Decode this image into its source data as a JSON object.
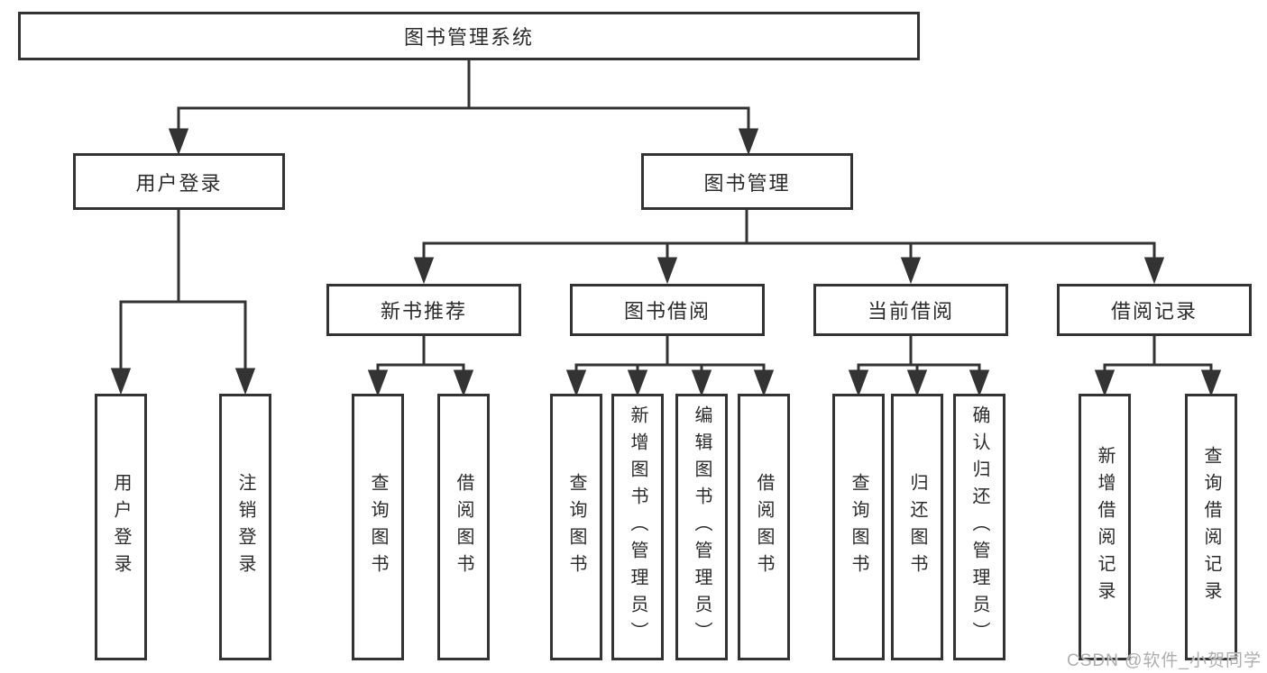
{
  "tree": {
    "root": {
      "label": "图书管理系统"
    },
    "branches": [
      {
        "label": "用户登录",
        "children": [
          {
            "label": "用户登录"
          },
          {
            "label": "注销登录"
          }
        ]
      },
      {
        "label": "图书管理",
        "children": [
          {
            "label": "新书推荐",
            "children": [
              {
                "label": "查询图书"
              },
              {
                "label": "借阅图书"
              }
            ]
          },
          {
            "label": "图书借阅",
            "children": [
              {
                "label": "查询图书"
              },
              {
                "label": "新增图书（管理员）"
              },
              {
                "label": "编辑图书（管理员）"
              },
              {
                "label": "借阅图书"
              }
            ]
          },
          {
            "label": "当前借阅",
            "children": [
              {
                "label": "查询图书"
              },
              {
                "label": "归还图书"
              },
              {
                "label": "确认归还（管理员）"
              }
            ]
          },
          {
            "label": "借阅记录",
            "children": [
              {
                "label": "新增借阅记录"
              },
              {
                "label": "查询借阅记录"
              }
            ]
          }
        ]
      }
    ]
  },
  "watermark": "CSDN @软件_小贺同学",
  "colors": {
    "line": "#333333",
    "text": "#2b2b2b",
    "background": "#ffffff",
    "watermark": "#aeaeae"
  }
}
